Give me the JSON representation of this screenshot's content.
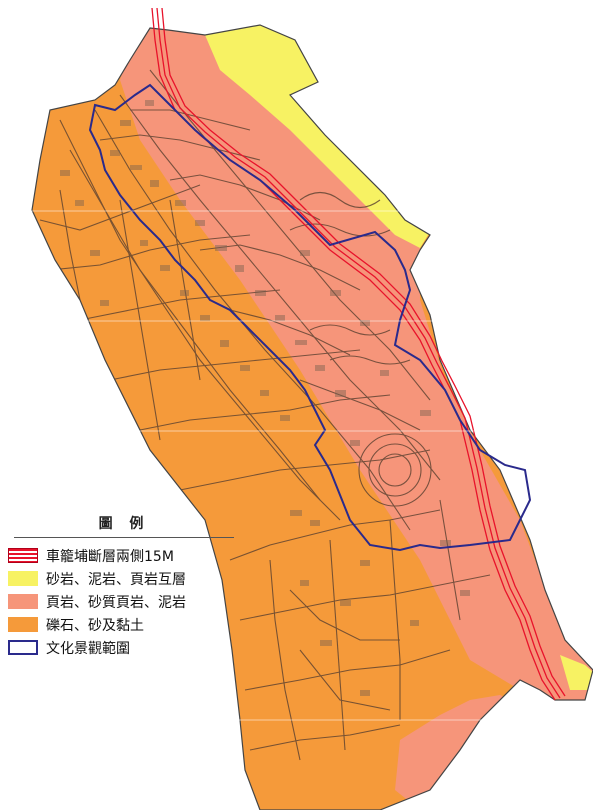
{
  "legend": {
    "title": "圖 例",
    "items": [
      {
        "label": "車籠埔斷層兩側15M",
        "kind": "fault",
        "color": "#e8132b"
      },
      {
        "label": "砂岩、泥岩、頁岩互層",
        "kind": "fill",
        "color": "#f7f263"
      },
      {
        "label": "頁岩、砂質頁岩、泥岩",
        "kind": "fill",
        "color": "#f6957a"
      },
      {
        "label": "礫石、砂及黏土",
        "kind": "fill",
        "color": "#f59a3a"
      },
      {
        "label": "文化景觀範圍",
        "kind": "outline",
        "color": "#2a2a8c"
      }
    ]
  },
  "colors": {
    "gravel": "#f59a3a",
    "shale": "#f6957a",
    "sandstone": "#f7f263",
    "fault": "#e8132b",
    "boundary": "#2a2a8c",
    "roads": "#5a4030"
  }
}
